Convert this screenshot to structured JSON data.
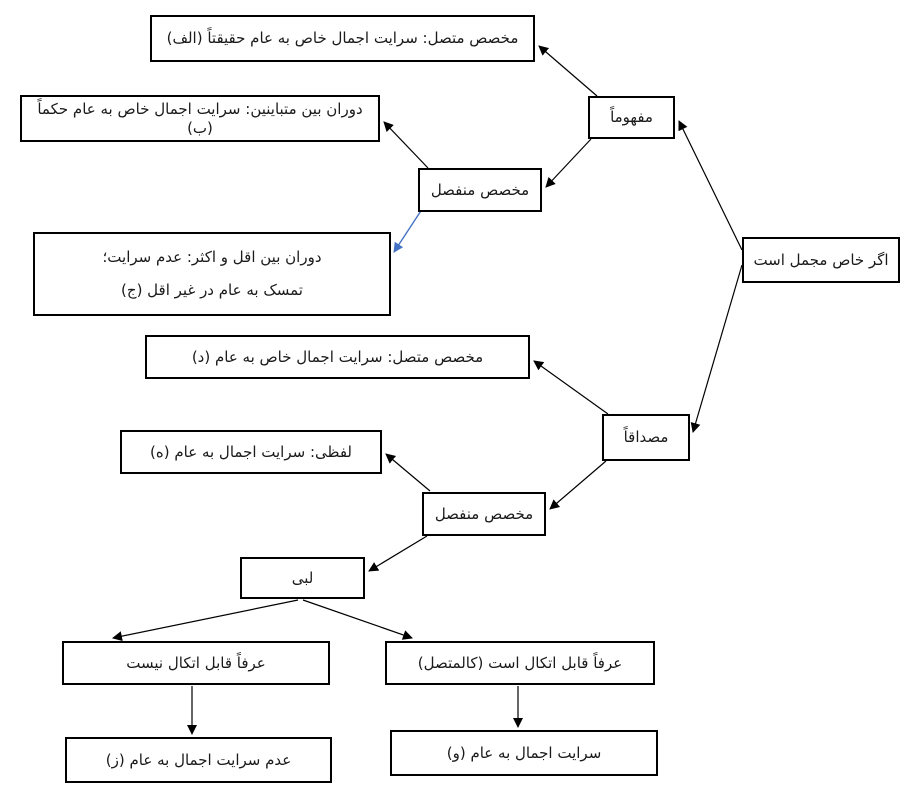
{
  "diagram": {
    "description_root": "tree diagram on ambiguity of the specific term (خاص مجمل) in usul al-fiqh",
    "colors": {
      "background": "#ffffff",
      "line": "#000000",
      "accent_arrow": "#4472C4",
      "box_border": "#000000",
      "text": "#1a1a1a"
    },
    "nodes": {
      "root": "اگر خاص مجمل است",
      "mafhuman": "مفهوماً",
      "mesdaghan": "مصداقاً",
      "alef": "مخصص متصل: سرایت اجمال خاص به عام حقیقتاً (الف)",
      "mokhassas_monfasel_mafhum": "مخصص منفصل",
      "be": "دوران بین متباینین: سرایت اجمال خاص به عام حکماً (ب)",
      "jim_line1": "دوران بین اقل و اکثر: عدم سرایت؛",
      "jim_line2": "تمسک به عام در غیر اقل (ج)",
      "dal": "مخصص متصل: سرایت اجمال خاص به عام (د)",
      "mokhassas_monfasel_mesdagh": "مخصص منفصل",
      "he": "لفظی: سرایت اجمال به عام (ه)",
      "labbi": "لبی",
      "orfan_nist": "عرفاً قابل اتکال نیست",
      "orfan_ast": "عرفاً قابل اتکال است (کالمتصل)",
      "ze": "عدم سرایت اجمال به عام (ز)",
      "vav": "سرایت اجمال به عام (و)"
    }
  }
}
